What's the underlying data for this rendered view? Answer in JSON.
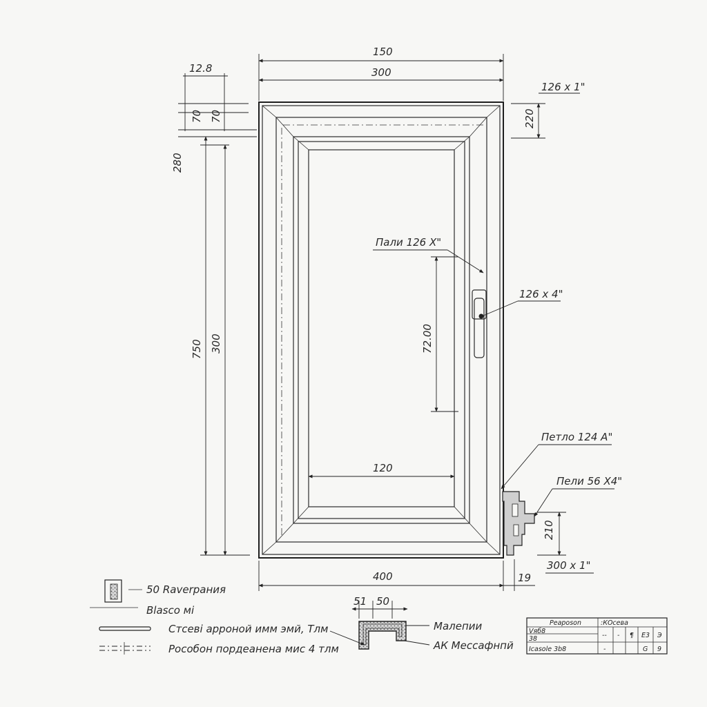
{
  "dimensions": {
    "top_outer": "150",
    "top_inner": "300",
    "left_small": "12.8",
    "left_a": "70",
    "left_b": "70",
    "left_280": "280",
    "left_750": "750",
    "left_300": "300",
    "right_top_label": "126 x 1\"",
    "right_top_220": "220",
    "handle_height": "72.00",
    "inner_width": "120",
    "bottom_width": "400",
    "bottom_19": "19",
    "right_bottom_210": "210",
    "right_bottom_label": "300 x 1\""
  },
  "callouts": {
    "handle_leader": "Пали 126 X\"",
    "handle_spec": "126 x 4\"",
    "profile_leader_1": "Петло 124 A\"",
    "profile_leader_2": "Пели 56 X4\""
  },
  "legend": {
    "item1": "50 Raverpания",
    "item2": "Blasco мі",
    "item3": "Стсеві арроной имм эмй, Тлм",
    "item4": "Рособон пордеанена мис 4 тлм"
  },
  "profile_section": {
    "dim_a": "51",
    "dim_b": "50",
    "label_1": "Малепии",
    "label_2": "АК Мессафнпй"
  },
  "title_block": {
    "row1_col1": "Реароson",
    "row1_col2": ":КОсева",
    "row2_col1": "Vяб8",
    "row2_cells": [
      "--",
      "-",
      "¶",
      "E3",
      "Э"
    ],
    "row3_col1": "38",
    "row4_col1": "Icasole 3b8",
    "row4_cells": [
      "-",
      "",
      "",
      "G",
      "9"
    ]
  }
}
